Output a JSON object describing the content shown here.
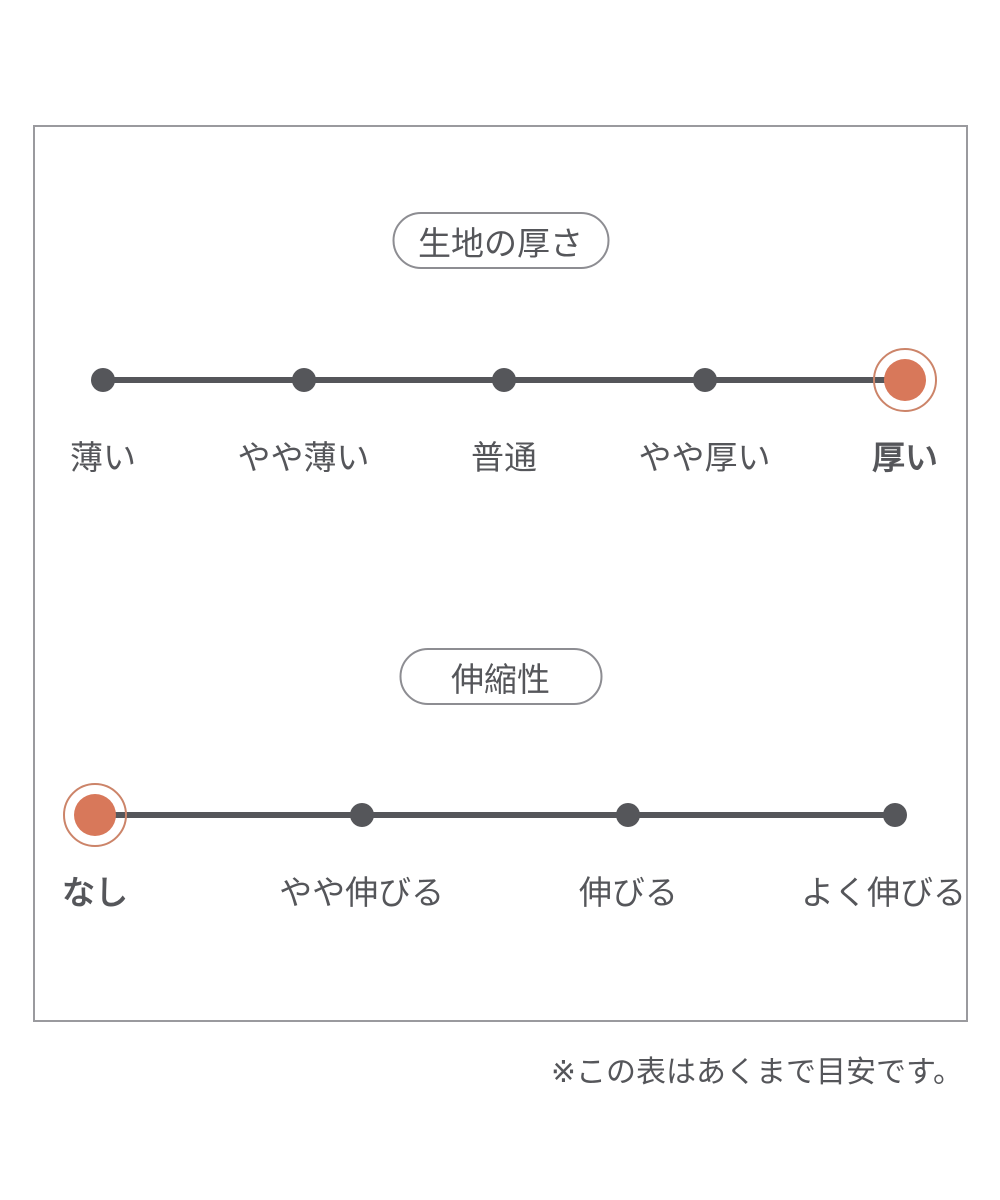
{
  "colors": {
    "ink": "#55565a",
    "accent": "#d8785a",
    "accent_ring": "#cc8469",
    "pill_border": "#8d8d92",
    "frame_border": "#9a9a9e"
  },
  "footnote": "※この表はあくまで目安です。",
  "chart_data": [
    {
      "type": "scale",
      "title": "生地の厚さ",
      "categories": [
        "薄い",
        "やや薄い",
        "普通",
        "やや厚い",
        "厚い"
      ],
      "selected_index": 4,
      "selected_value": "厚い",
      "legend_position": "none",
      "grid": false
    },
    {
      "type": "scale",
      "title": "伸縮性",
      "categories": [
        "なし",
        "やや伸びる",
        "伸びる",
        "よく伸びる"
      ],
      "selected_index": 0,
      "selected_value": "なし",
      "legend_position": "none",
      "grid": false
    }
  ]
}
